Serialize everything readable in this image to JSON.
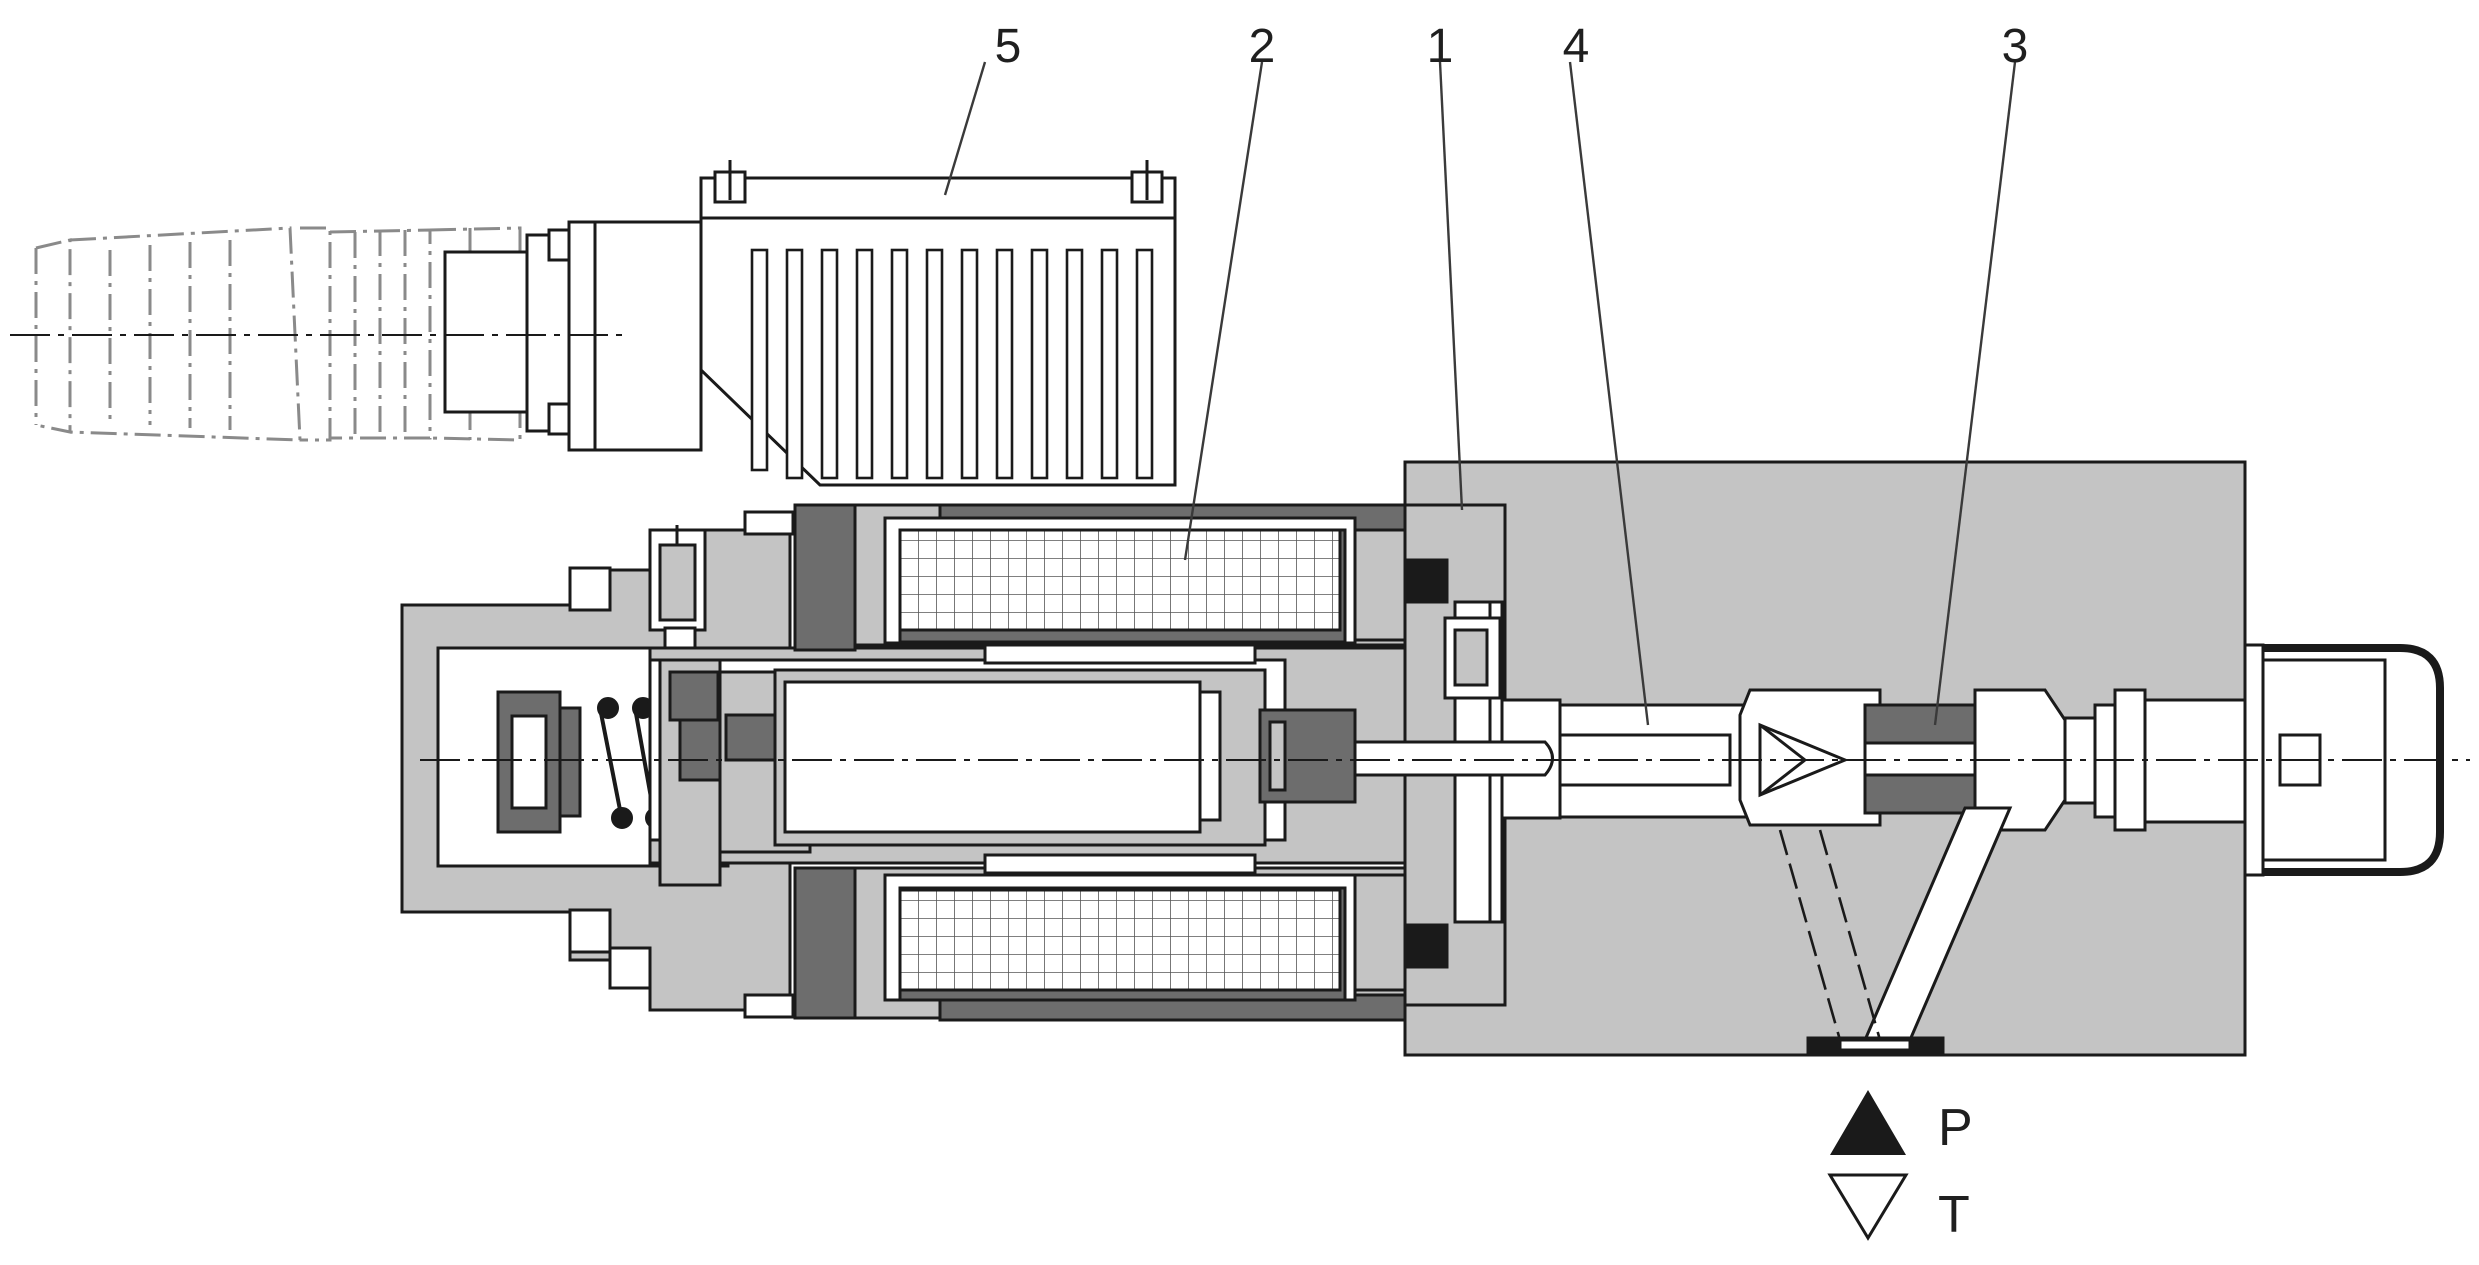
{
  "callouts": [
    {
      "id": "5",
      "text": "5"
    },
    {
      "id": "2",
      "text": "2"
    },
    {
      "id": "1",
      "text": "1"
    },
    {
      "id": "4",
      "text": "4"
    },
    {
      "id": "3",
      "text": "3"
    }
  ],
  "ports": [
    {
      "id": "P",
      "text": "P",
      "symbol": "filled-triangle-up"
    },
    {
      "id": "T",
      "text": "T",
      "symbol": "outline-triangle-down"
    }
  ],
  "colors": {
    "body": "#c4c4c4",
    "dark": "#6d6d6d",
    "stroke": "#1a1a1a",
    "paper": "#ffffff",
    "ghost": "#8a8a8a"
  }
}
